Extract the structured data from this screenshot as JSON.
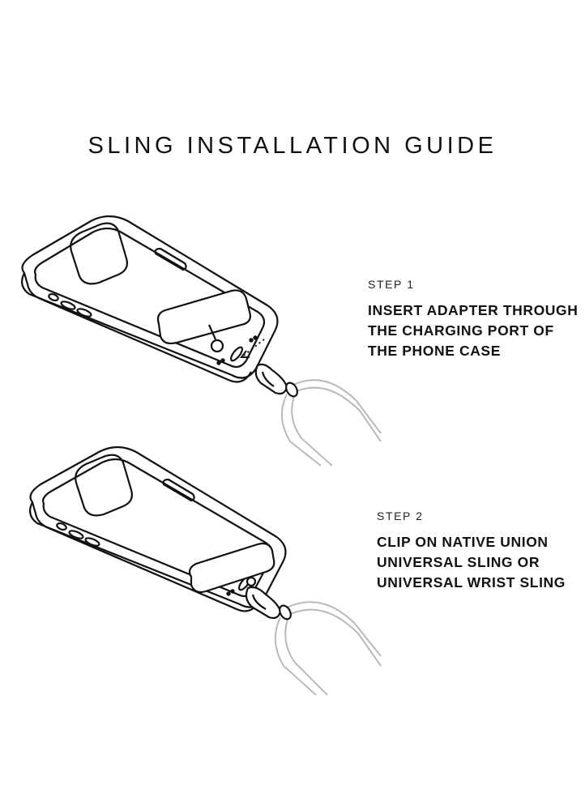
{
  "title": "SLING INSTALLATION GUIDE",
  "steps": [
    {
      "label": "STEP 1",
      "lines": [
        "INSERT ADAPTER THROUGH",
        "THE CHARGING PORT OF",
        "THE PHONE CASE"
      ]
    },
    {
      "label": "STEP 2",
      "lines": [
        "CLIP ON NATIVE UNION",
        "UNIVERSAL SLING OR",
        "UNIVERSAL WRIST SLING"
      ]
    }
  ],
  "colors": {
    "ink": "#111111",
    "strap": "#b9b9b9",
    "background": "#ffffff"
  },
  "icons": [
    "phone-case-illustration",
    "adapter-card-icon",
    "arrow-icon",
    "clip-hook-icon",
    "sling-strap-icon"
  ]
}
